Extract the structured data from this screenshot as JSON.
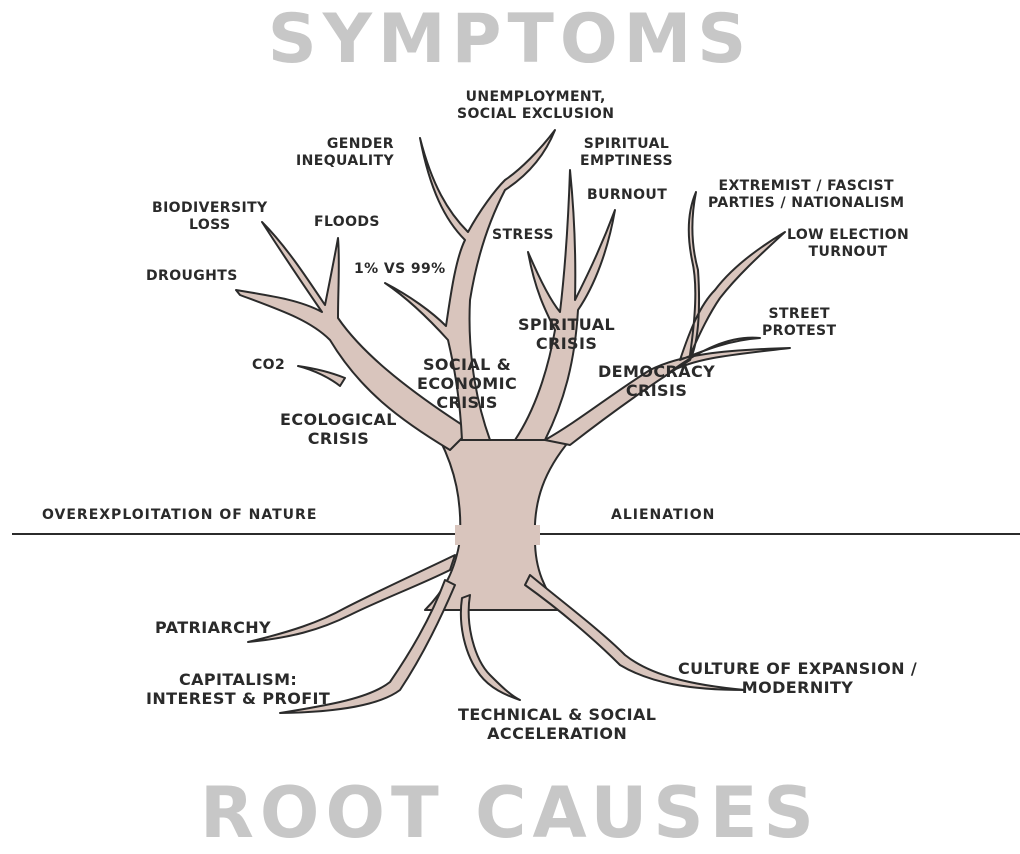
{
  "titles": {
    "top": "SYMPTOMS",
    "bottom": "ROOT CAUSES"
  },
  "ground": {
    "left": "OVEREXPLOITATION OF NATURE",
    "right": "ALIENATION"
  },
  "crises": {
    "ecological": [
      "ECOLOGICAL",
      "CRISIS"
    ],
    "social_economic": [
      "SOCIAL &",
      "ECONOMIC",
      "CRISIS"
    ],
    "spiritual": [
      "SPIRITUAL",
      "CRISIS"
    ],
    "democracy": [
      "DEMOCRACY",
      "CRISIS"
    ]
  },
  "symptoms": {
    "unemployment": [
      "UNEMPLOYMENT,",
      "SOCIAL EXCLUSION"
    ],
    "gender": [
      "GENDER",
      "INEQUALITY"
    ],
    "spiritual_emptiness": [
      "SPIRITUAL",
      "EMPTINESS"
    ],
    "burnout": "BURNOUT",
    "extremist": [
      "EXTREMIST / FASCIST",
      "PARTIES / NATIONALISM"
    ],
    "biodiversity": [
      "BIODIVERSITY",
      "LOSS"
    ],
    "floods": "FLOODS",
    "stress": "STRESS",
    "low_turnout": [
      "LOW ELECTION",
      "TURNOUT"
    ],
    "droughts": "DROUGHTS",
    "one_percent": "1% VS 99%",
    "street_protest": [
      "STREET",
      "PROTEST"
    ],
    "co2": "CO2"
  },
  "root_causes": {
    "patriarchy": "PATRIARCHY",
    "capitalism": [
      "CAPITALISM:",
      "INTEREST & PROFIT"
    ],
    "acceleration": [
      "TECHNICAL & SOCIAL",
      "ACCELERATION"
    ],
    "expansion": [
      "CULTURE OF EXPANSION /",
      "MODERNITY"
    ]
  },
  "colors": {
    "bark": "#d9c5bd",
    "outline": "#2b2b2b",
    "title": "#c7c7c7",
    "text": "#2a2a2a"
  }
}
